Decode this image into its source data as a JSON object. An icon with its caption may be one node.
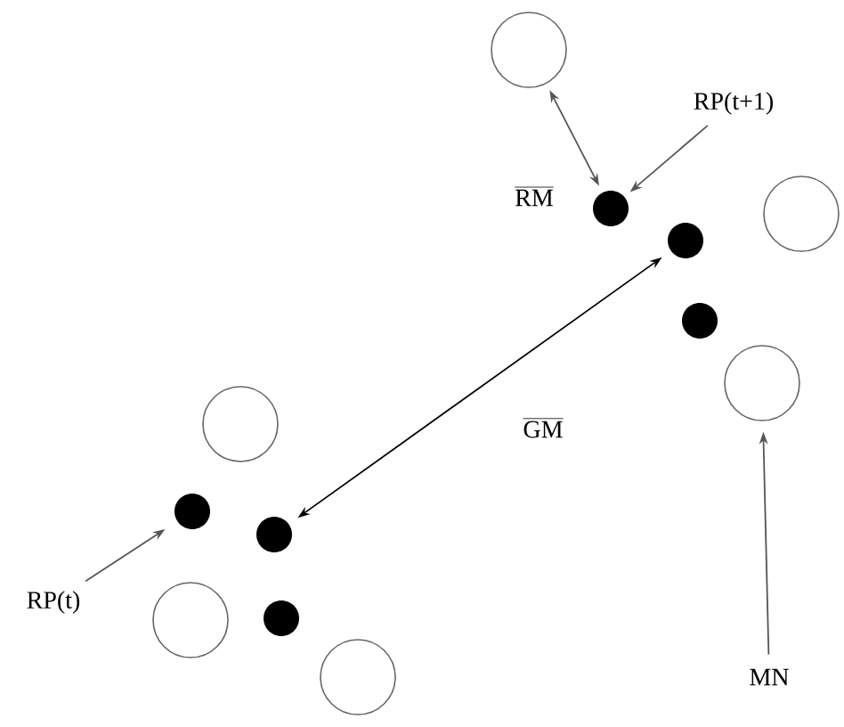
{
  "diagram": {
    "nodes": [
      {
        "text": [],
        "shape": "circle"
      },
      {
        "text": [
          "RP(t+1)"
        ]
      },
      {
        "text": [],
        "shape": "dot"
      },
      {
        "text": [],
        "shape": "circle"
      },
      {
        "text": [],
        "shape": "dot"
      },
      {
        "text": [],
        "shape": "dot"
      },
      {
        "text": [],
        "shape": "circle"
      },
      {
        "text": [],
        "shape": "circle"
      },
      {
        "text": [],
        "shape": "dot"
      },
      {
        "text": [],
        "shape": "dot"
      },
      {
        "text": [
          "RP(t)"
        ]
      },
      {
        "text": [],
        "shape": "circle"
      },
      {
        "text": [],
        "shape": "dot"
      },
      {
        "text": [
          "MN"
        ]
      },
      {
        "text": [],
        "shape": "circle"
      }
    ],
    "edges": [
      {
        "from": 0,
        "to": 2,
        "arrow": "both",
        "label": "\\overline{\\mathrm{RM}}"
      },
      {
        "from": 1,
        "to": 2,
        "arrow": "to"
      },
      {
        "from": 4,
        "to": 9,
        "arrow": "both",
        "label": "\\overline{\\mathrm{GM}}",
        "color": "#000000"
      },
      {
        "from": 10,
        "to": 8,
        "arrow": "to"
      },
      {
        "from": 13,
        "to": 6,
        "arrow": "to"
      }
    ]
  }
}
